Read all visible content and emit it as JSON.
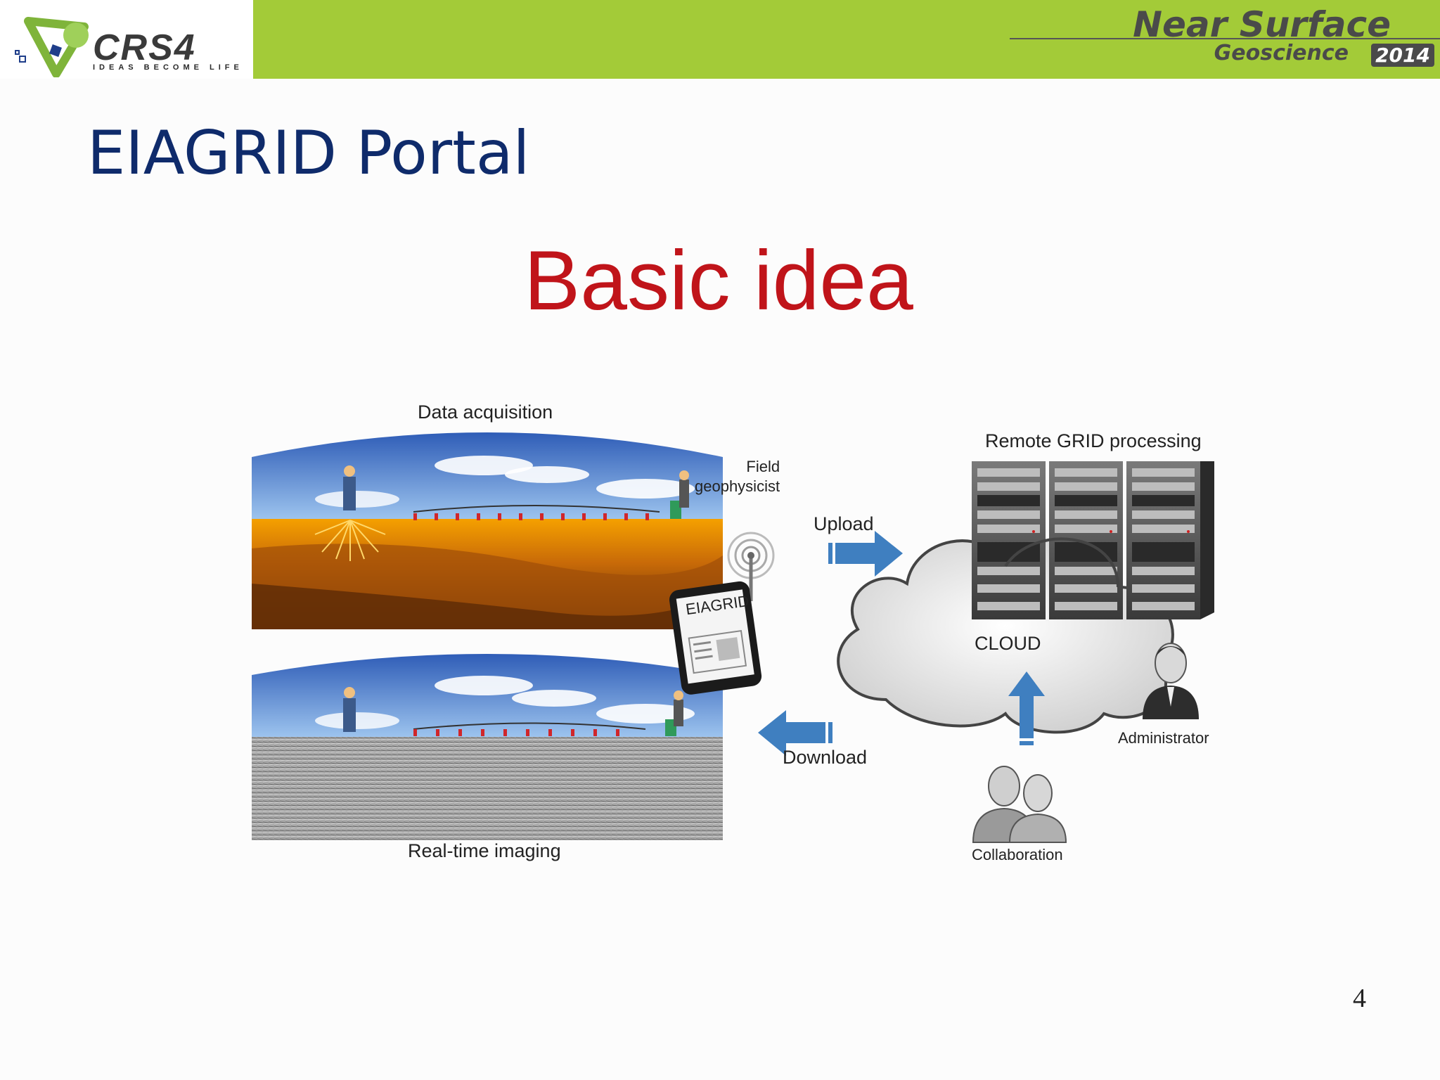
{
  "header": {
    "logo": {
      "name": "CRS4",
      "tagline": "IDEAS BECOME LIFE"
    },
    "conference": {
      "name": "Near Surface",
      "subtitle": "Geoscience",
      "year": "2014"
    }
  },
  "slide": {
    "title": "EIAGRID Portal",
    "subtitle": "Basic idea",
    "page_number": "4"
  },
  "diagram": {
    "labels": {
      "data_acquisition": "Data acquisition",
      "field_geophysicist": "Field\ngeophysicist",
      "tablet": "EIAGRID",
      "real_time_imaging": "Real-time imaging",
      "upload": "Upload",
      "download": "Download",
      "remote_grid_processing": "Remote GRID processing",
      "cloud": "CLOUD",
      "administrator": "Administrator",
      "collaboration": "Collaboration"
    },
    "colors": {
      "arrow": "#3f7fc0",
      "soil_top": "#f5a000",
      "soil_bottom": "#6a3308",
      "sky": "#3f73c6",
      "seismic": "#9a9a9a"
    }
  }
}
